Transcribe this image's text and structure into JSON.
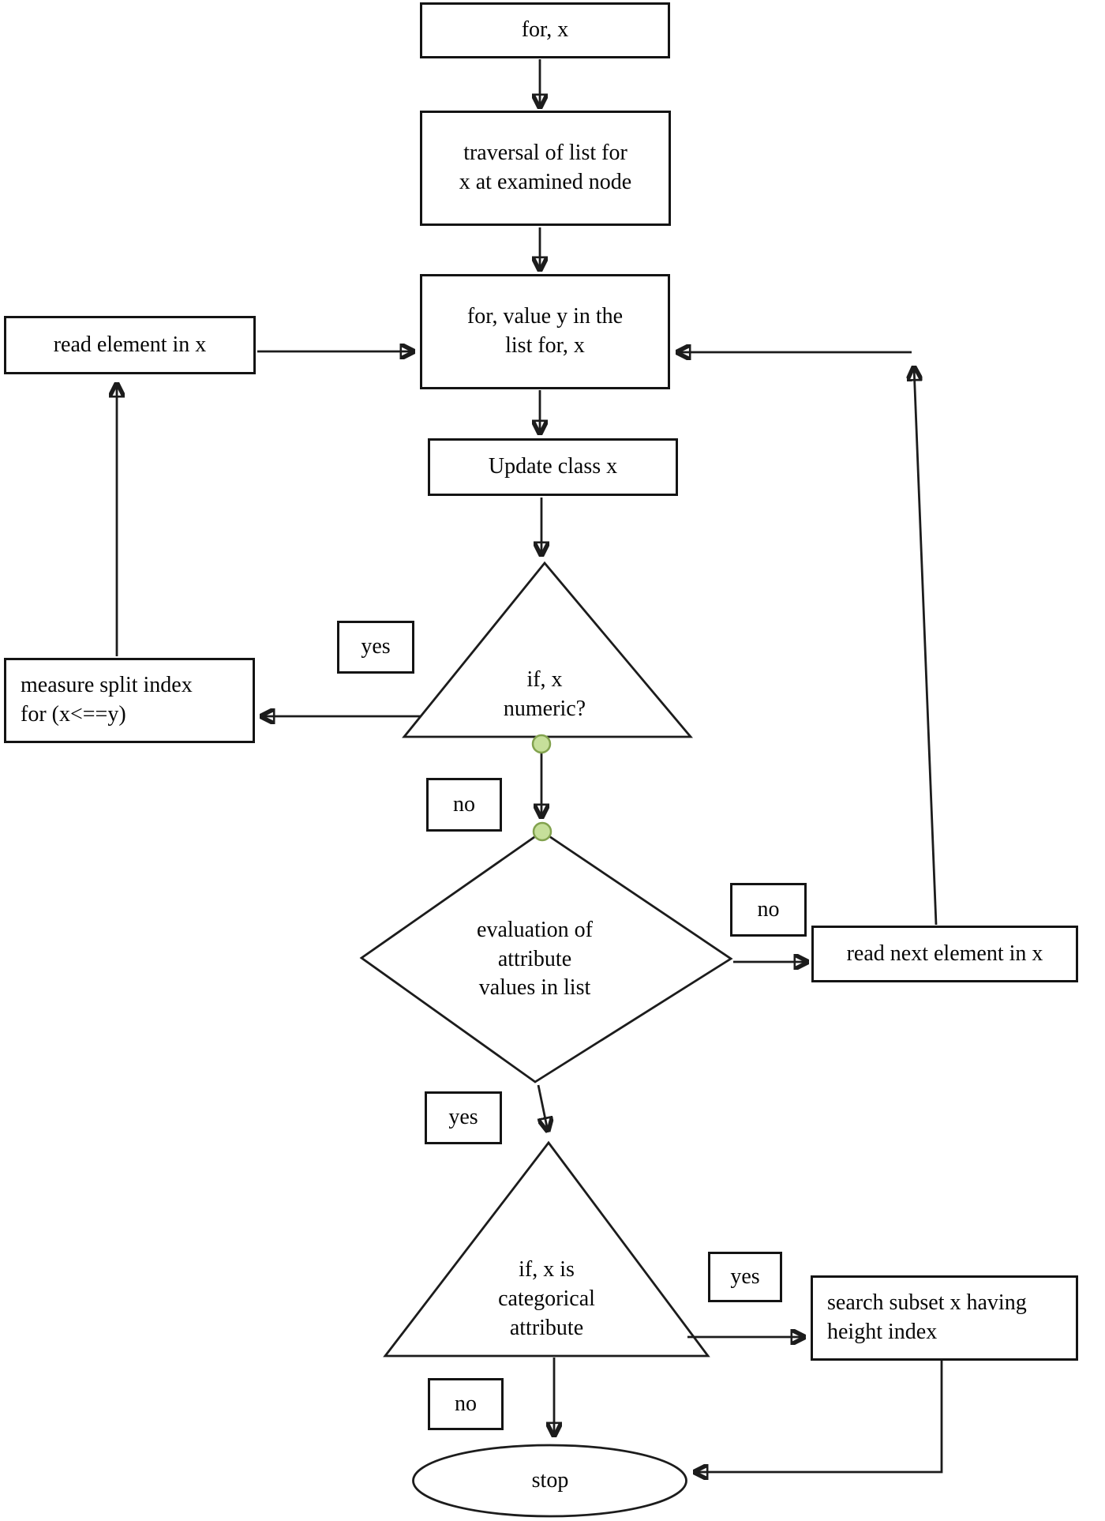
{
  "figure": {
    "background": "#ffffff",
    "ink": "#1c1c1c",
    "dot_fill": "#c6df9a",
    "dot_stroke": "#82a24e"
  },
  "nodes": {
    "start": {
      "label": "for, x"
    },
    "traversal": {
      "label": "traversal of list for\nx at examined node"
    },
    "for_value": {
      "label": "for, value y in the\nlist for, x"
    },
    "update_class": {
      "label": "Update class x"
    },
    "read_element": {
      "label": "read element in x"
    },
    "measure_split": {
      "label": "measure split index\nfor (x<==y)"
    },
    "if_numeric": {
      "label": "if, x\nnumeric?"
    },
    "eval_attributes": {
      "label": "evaluation of\nattribute\nvalues in list"
    },
    "read_next": {
      "label": "read next element in x"
    },
    "if_categorical": {
      "label": "if, x is\ncategorical\nattribute"
    },
    "search_subset": {
      "label": "search subset x having\nheight index"
    },
    "stop": {
      "label": "stop"
    }
  },
  "edge_labels": {
    "yes_numeric": "yes",
    "no_numeric": "no",
    "no_eval": "no",
    "yes_eval": "yes",
    "yes_categorical": "yes",
    "no_categorical": "no"
  }
}
